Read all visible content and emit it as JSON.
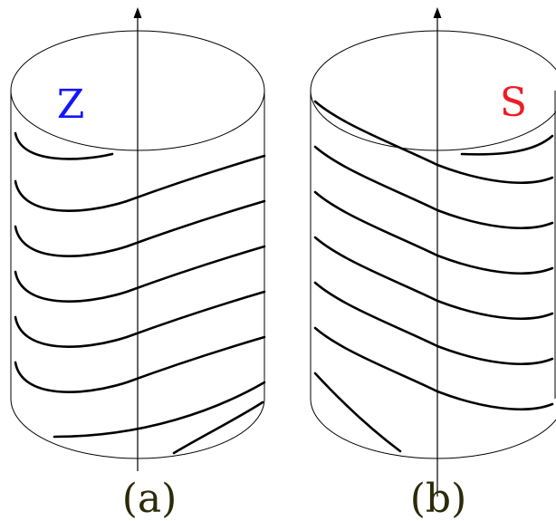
{
  "panels": [
    {
      "twist_letter": "Z",
      "twist_color": "#1414ff",
      "label": "(a)",
      "label_color": "#2b2b0a"
    },
    {
      "twist_letter": "S",
      "twist_color": "#ee1c25",
      "label": "(b)",
      "label_color": "#2b2b0a"
    }
  ]
}
